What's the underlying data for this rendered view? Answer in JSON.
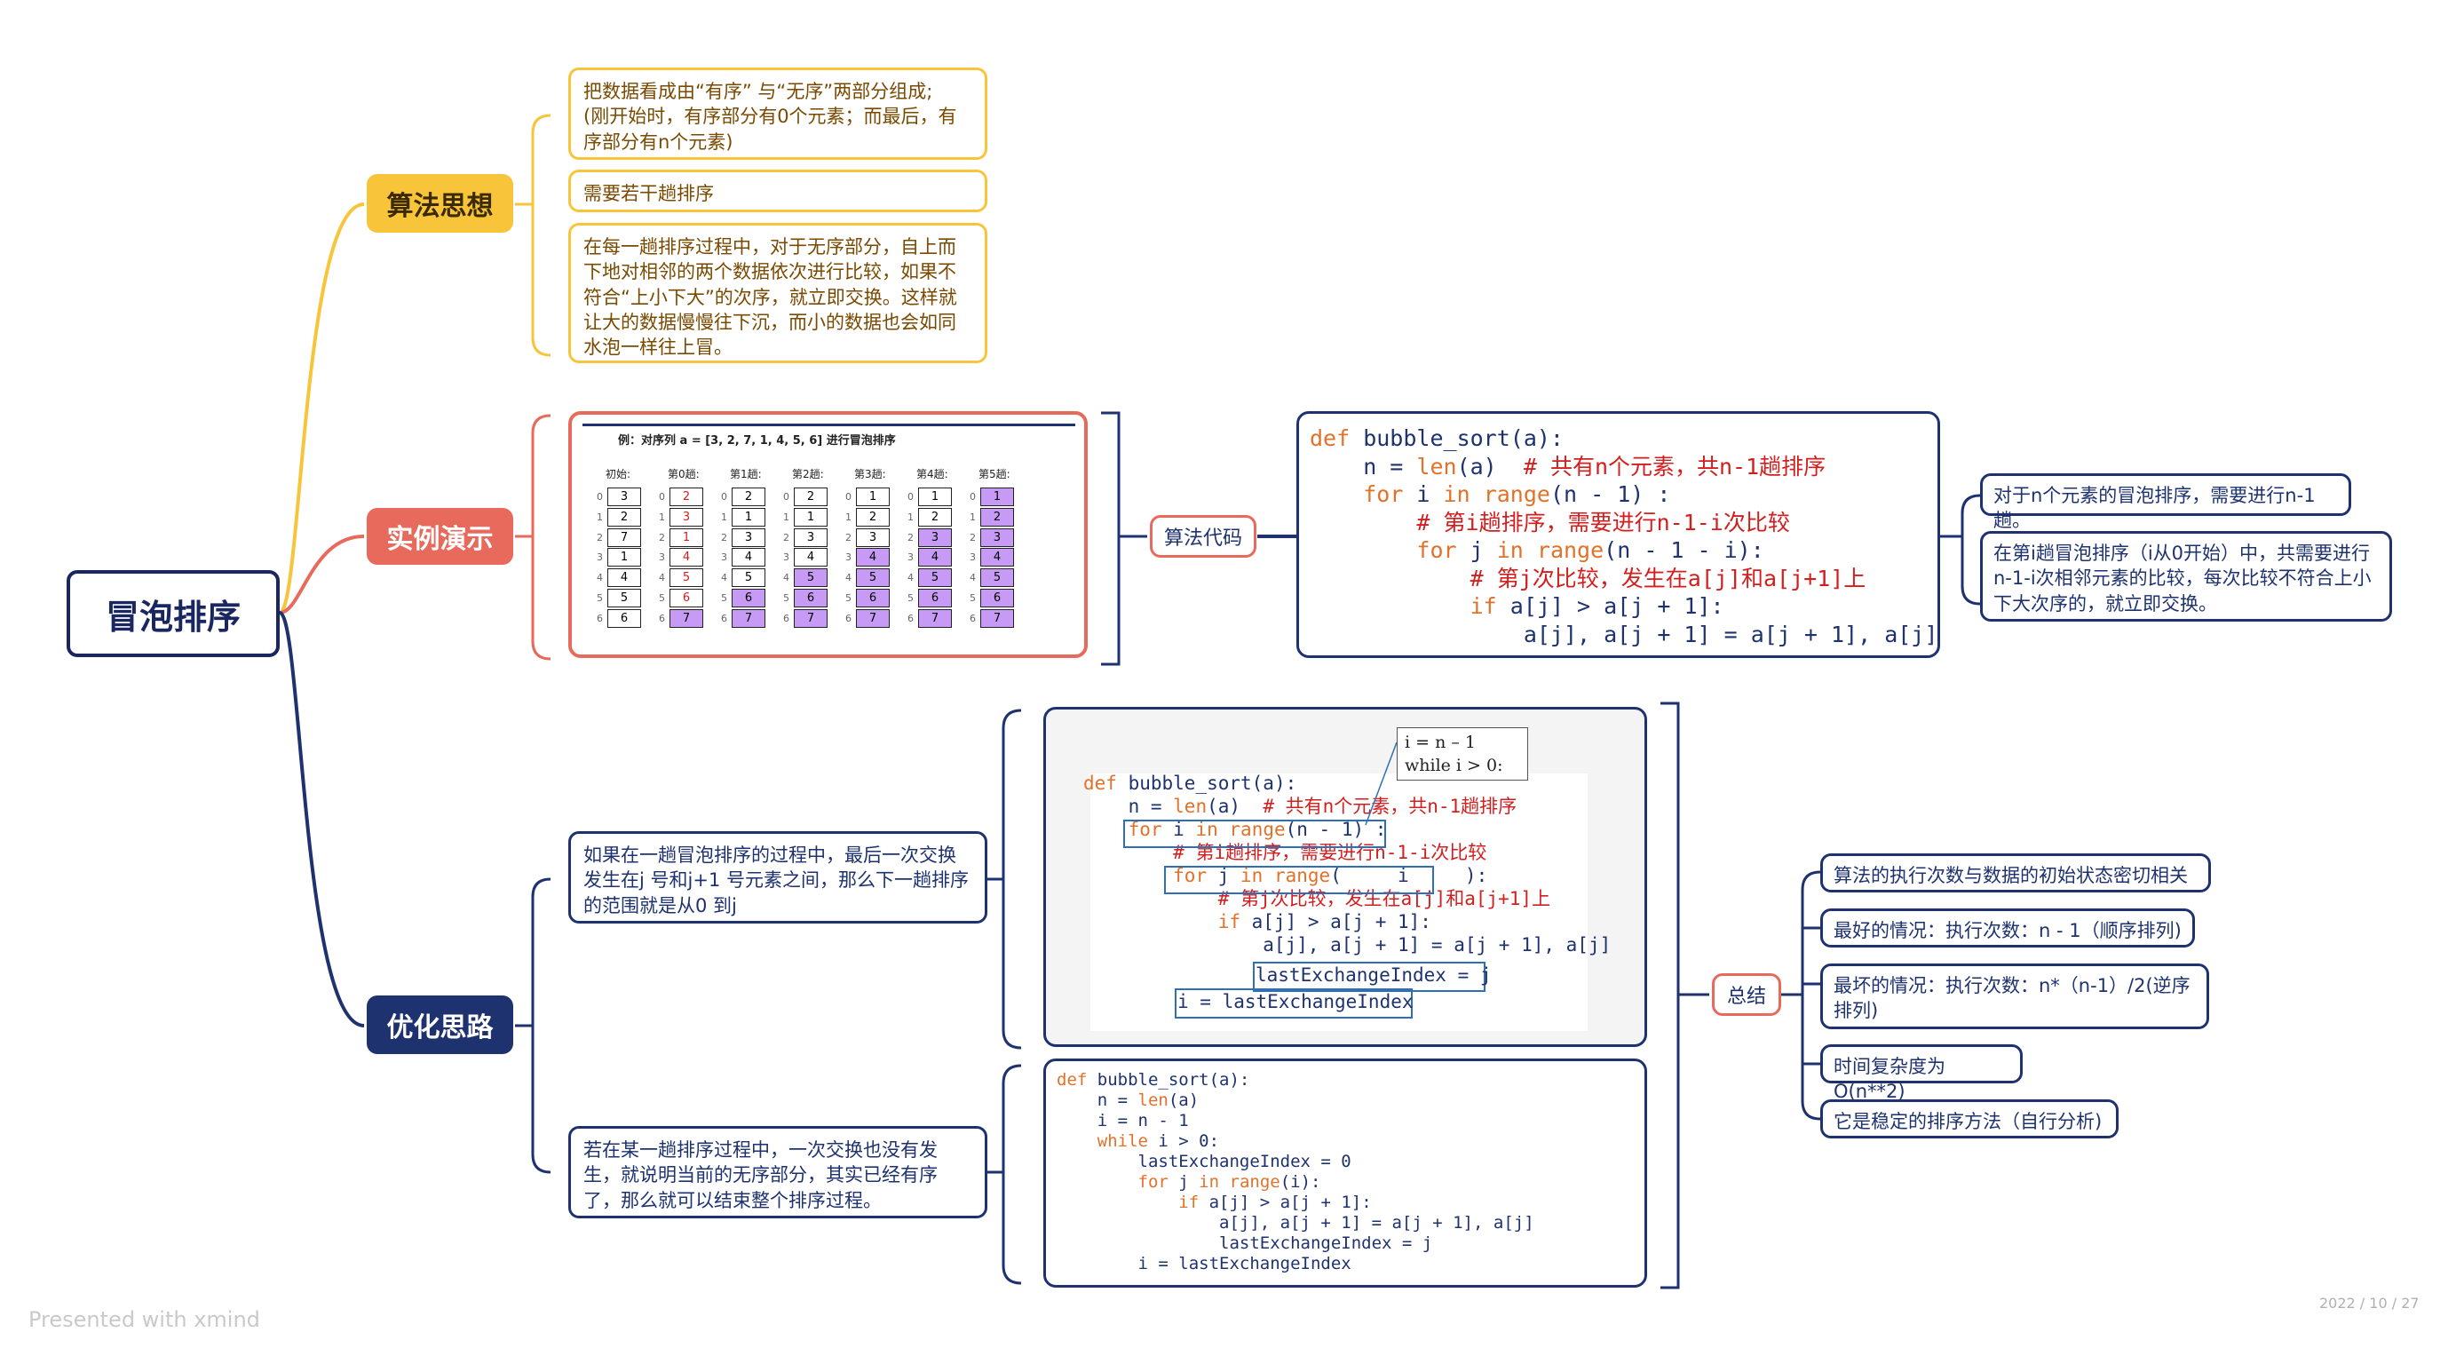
{
  "root": {
    "label": "冒泡排序"
  },
  "branches": {
    "idea": {
      "label": "算法思想",
      "notes": [
        "把数据看成由“有序” 与“无序”两部分组成;\n(刚开始时，有序部分有0个元素；而最后，有序部分有n个元素)",
        "需要若干趟排序",
        "在每一趟排序过程中，对于无序部分，自上而下地对相邻的两个数据依次进行比较，如果不符合“上小下大”的次序，就立即交换。这样就让大的数据慢慢往下沉，而小的数据也会如同水泡一样往上冒。"
      ]
    },
    "demo": {
      "label": "实例演示",
      "code_label": "算法代码",
      "example_title": "例：对序列 a = [3, 2, 7, 1, 4, 5, 6] 进行冒泡排序",
      "columns": [
        "初始:",
        "第0趟:",
        "第1趟:",
        "第2趟:",
        "第3趟:",
        "第4趟:",
        "第5趟:"
      ],
      "passes": [
        [
          3,
          2,
          7,
          1,
          4,
          5,
          6
        ],
        [
          2,
          3,
          1,
          4,
          5,
          6,
          7
        ],
        [
          2,
          1,
          3,
          4,
          5,
          6,
          7
        ],
        [
          2,
          1,
          3,
          4,
          5,
          6,
          7
        ],
        [
          1,
          2,
          3,
          4,
          5,
          6,
          7
        ],
        [
          1,
          2,
          3,
          4,
          5,
          6,
          7
        ],
        [
          1,
          2,
          3,
          4,
          5,
          6,
          7
        ]
      ],
      "sorted_from": [
        7,
        6,
        5,
        4,
        3,
        2,
        0
      ],
      "notes": [
        "对于n个元素的冒泡排序，需要进行n-1趟。",
        "在第i趟冒泡排序（i从0开始）中，共需要进行n-1-i次相邻元素的比较，每次比较不符合上小下大次序的，就立即交换。"
      ]
    },
    "opt": {
      "label": "优化思路",
      "summary_label": "总结",
      "notes": [
        "如果在一趟冒泡排序的过程中，最后一次交换发生在j 号和j+1 号元素之间，那么下一趟排序的范围就是从0 到j",
        "若在某一趟排序过程中，一次交换也没有发生，就说明当前的无序部分，其实已经有序了，那么就可以结束整个排序过程。"
      ],
      "tip_lines": [
        "i = n – 1",
        "while i > 0:"
      ],
      "extra_lines": [
        "lastExchangeIndex = j",
        "i = lastExchangeIndex"
      ],
      "summary": [
        "算法的执行次数与数据的初始状态密切相关",
        "最好的情况：执行次数：n - 1（顺序排列)",
        "最坏的情况：执行次数：n*（n-1）/2(逆序排列)",
        "时间复杂度为O(n**2)",
        "它是稳定的排序方法（自行分析)"
      ]
    }
  },
  "code_main": [
    "def bubble_sort(a):",
    "    n = len(a)  # 共有n个元素，共n-1趟排序",
    "    for i in range(n - 1) :",
    "        # 第i趟排序，需要进行n-1-i次比较",
    "        for j in range(n - 1 - i):",
    "            # 第j次比较，发生在a[j]和a[j+1]上",
    "            if a[j] > a[j + 1]:",
    "                a[j], a[j + 1] = a[j + 1], a[j]"
  ],
  "code_optA": [
    "def bubble_sort(a):",
    "    n = len(a)  # 共有n个元素，共n-1趟排序",
    "    for i in range(n - 1) :",
    "        # 第i趟排序，需要进行n-1-i次比较",
    "        for j in range(     i     ):",
    "            # 第j次比较，发生在a[j]和a[j+1]上",
    "            if a[j] > a[j + 1]:",
    "                a[j], a[j + 1] = a[j + 1], a[j]"
  ],
  "code_optB": [
    "def bubble_sort(a):",
    "    n = len(a)",
    "    i = n - 1",
    "    while i > 0:",
    "        lastExchangeIndex = 0",
    "        for j in range(i):",
    "            if a[j] > a[j + 1]:",
    "                a[j], a[j + 1] = a[j + 1], a[j]",
    "                lastExchangeIndex = j",
    "        i = lastExchangeIndex"
  ],
  "footer": {
    "presented": "Presented with xmind",
    "date": "2022 / 10 / 27"
  },
  "colors": {
    "navy": "#1e3270",
    "yellow": "#f8c53a",
    "coral": "#e76a5c",
    "purple": "#c79bf5",
    "red": "#d41e1e",
    "orange": "#e2722a"
  }
}
